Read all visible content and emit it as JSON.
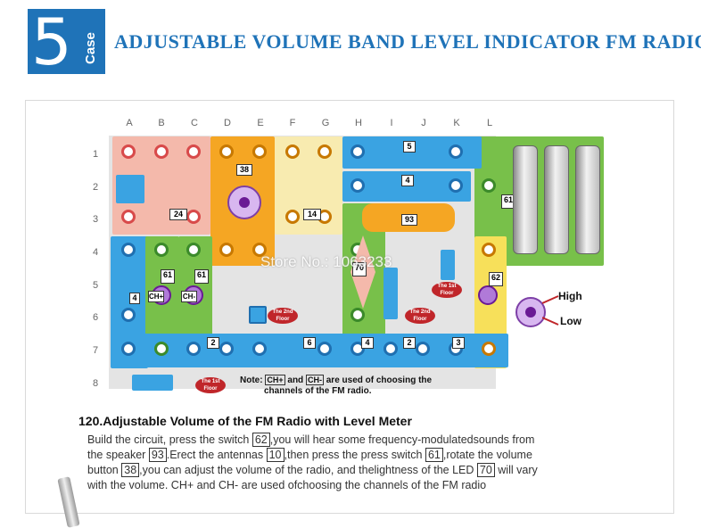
{
  "header": {
    "case_number": "5",
    "case_word": "Case",
    "title": "ADJUSTABLE VOLUME BAND LEVEL INDICATOR FM RADIO"
  },
  "grid": {
    "columns": [
      "A",
      "B",
      "C",
      "D",
      "E",
      "F",
      "G",
      "H",
      "I",
      "J",
      "K",
      "L"
    ],
    "rows": [
      "1",
      "2",
      "3",
      "4",
      "5",
      "6",
      "7",
      "8"
    ]
  },
  "parts": {
    "p5": "5",
    "p4": "4",
    "p38": "38",
    "p24": "24",
    "p14": "14",
    "p93": "93",
    "p61a": "61",
    "p61b": "61",
    "p61c": "61",
    "p62": "62",
    "p70": "70",
    "p2a": "2",
    "p6": "6",
    "p3": "3",
    "p4b": "4",
    "p2b": "2",
    "p4c": "4",
    "chplus": "CH+",
    "chminus": "CH-"
  },
  "floor_labels": {
    "second_a": "The 2nd Floor",
    "second_b": "The 2nd Floor",
    "first_a": "The 1st Floor",
    "first_b": "The 1st Floor"
  },
  "volume_labels": {
    "high": "High",
    "low": "Low"
  },
  "note": {
    "prefix": "Note:",
    "chplus": "CH+",
    "and": "and",
    "chminus": "CH-",
    "line1_end": "are used of choosing the",
    "line2": "channels of the FM radio."
  },
  "watermark": "Store No.: 1063233",
  "section": {
    "heading": "120.Adjustable Volume of the FM Radio with Level Meter",
    "line1_a": "Build the circuit, press the switch",
    "ref_62": "62",
    "line1_b": ",you will hear some frequency-modulatedsounds from",
    "line2_a": "the speaker",
    "ref_93": "93",
    "line2_b": ".Erect the antennas",
    "ref_10": "10",
    "line2_c": ",then press the press switch",
    "ref_61": "61",
    "line2_d": ",rotate the volume",
    "line3_a": "button",
    "ref_38": "38",
    "line3_b": ",you can adjust the volume of the radio, and thelightness of the LED",
    "ref_70": "70",
    "line3_c": "will vary",
    "line4": "with the volume. CH+ and CH- are used ofchoosing the channels of the FM radio"
  },
  "colors": {
    "accent": "#1f73b8",
    "wire_blue": "#3aa3e2",
    "wire_green": "#78c04a",
    "accent_red": "#c0262a"
  }
}
